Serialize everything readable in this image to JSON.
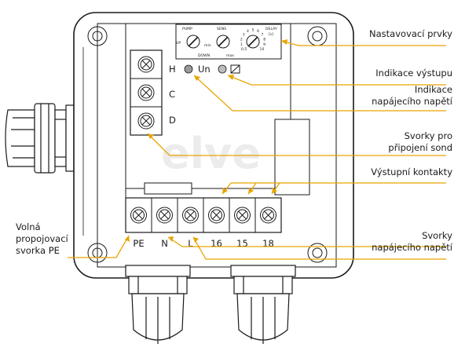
{
  "callouts": {
    "nastavovaci_prvky": "Nastavovací prvky",
    "indikace_vystupu": "Indikace výstupu",
    "indikace_napajeciho_line1": "Indikace",
    "indikace_napajeciho_line2": "napájecího napětí",
    "svorky_sond_line1": "Svorky pro",
    "svorky_sond_line2": "připojení sond",
    "vystupni_kontakty": "Výstupní kontakty",
    "svorky_napajeciho_line1": "Svorky",
    "svorky_napajeciho_line2": "napájecího napětí",
    "volna_line1": "Volná",
    "volna_line2": "propojovací",
    "volna_line3": "svorka PE"
  },
  "probe_terminals": [
    "H",
    "C",
    "D"
  ],
  "bottom_terminals": [
    "PE",
    "N",
    "L",
    "16",
    "15",
    "18"
  ],
  "indicators": {
    "power_label": "Un"
  },
  "control_panel": {
    "pump_label": "PUMP",
    "up_label": "UP",
    "down_label": "DOWN",
    "sens_label": "SENS",
    "min_label": "min",
    "max_label": "max",
    "delay_label": "DELAY",
    "delay_unit": "[s]",
    "delay_scale": [
      "0,5",
      "1",
      "2",
      "3",
      "4",
      "5",
      "6",
      "7",
      "8",
      "9",
      "10"
    ]
  },
  "colors": {
    "callout_line": "#e8a400",
    "housing_stroke": "#1a1a1a",
    "watermark": "#ececec"
  }
}
